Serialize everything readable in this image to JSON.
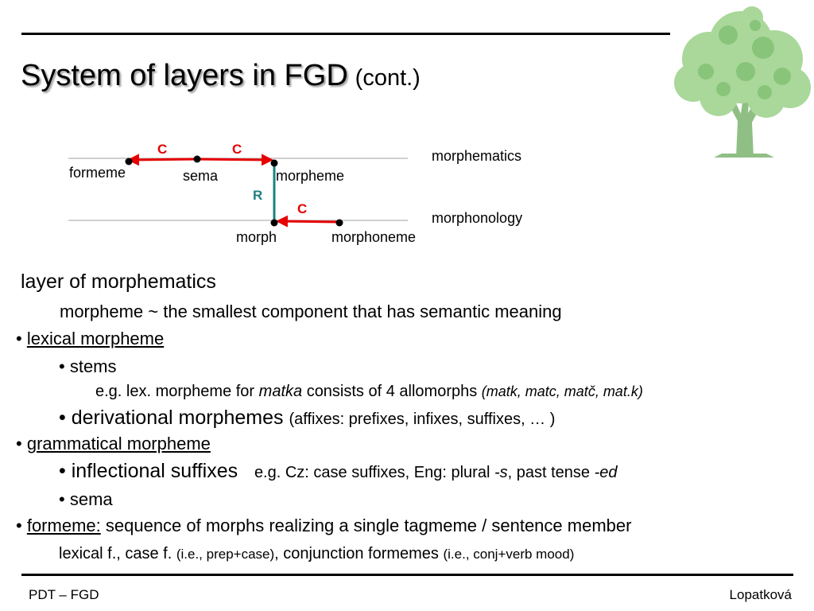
{
  "slide": {
    "title_main": "System of layers in FGD",
    "title_sub": "(cont.)"
  },
  "diagram": {
    "layers": {
      "top": "morphematics",
      "bottom": "morphonology"
    },
    "nodes": {
      "formeme": "formeme",
      "sema": "sema",
      "morpheme": "morpheme",
      "morph": "morph",
      "morphoneme": "morphoneme"
    },
    "relations": {
      "c1": "C",
      "c2": "C",
      "r": "R",
      "c3": "C"
    },
    "colors": {
      "composition": "#e60000",
      "realization": "#1e8080"
    }
  },
  "body": {
    "heading": "layer of morphematics",
    "definition": "morpheme ~ the smallest component that has semantic meaning",
    "bullet": "•",
    "lexical_label": "lexical morpheme",
    "stems": "stems",
    "example_pre": "e.g. lex. morpheme for",
    "example_word": "matka",
    "example_mid": "consists of 4 allomorphs",
    "example_forms": "(matk, matc, matč, mat.k)",
    "derivational_main": "derivational morphemes",
    "derivational_detail": "(affixes: prefixes, infixes, suffixes, … )",
    "grammatical_label": "grammatical morpheme",
    "inflectional_main": "inflectional suffixes",
    "inflectional_example_a": "e.g. Cz: case suffixes, Eng: plural ",
    "inflectional_example_s": "-s",
    "inflectional_example_b": ", past tense ",
    "inflectional_example_ed": "-ed",
    "sema": "sema",
    "formeme_label": "formeme:",
    "formeme_definition": "sequence of morphs realizing a single tagmeme / sentence member",
    "formeme_types_a": "lexical f.,  case f. ",
    "formeme_types_a_detail": "(i.e., prep+case)",
    "formeme_types_b": ", conjunction formemes ",
    "formeme_types_b_detail": "(i.e., conj+verb mood)"
  },
  "footer": {
    "left": "PDT – FGD",
    "right": "Lopatková"
  }
}
